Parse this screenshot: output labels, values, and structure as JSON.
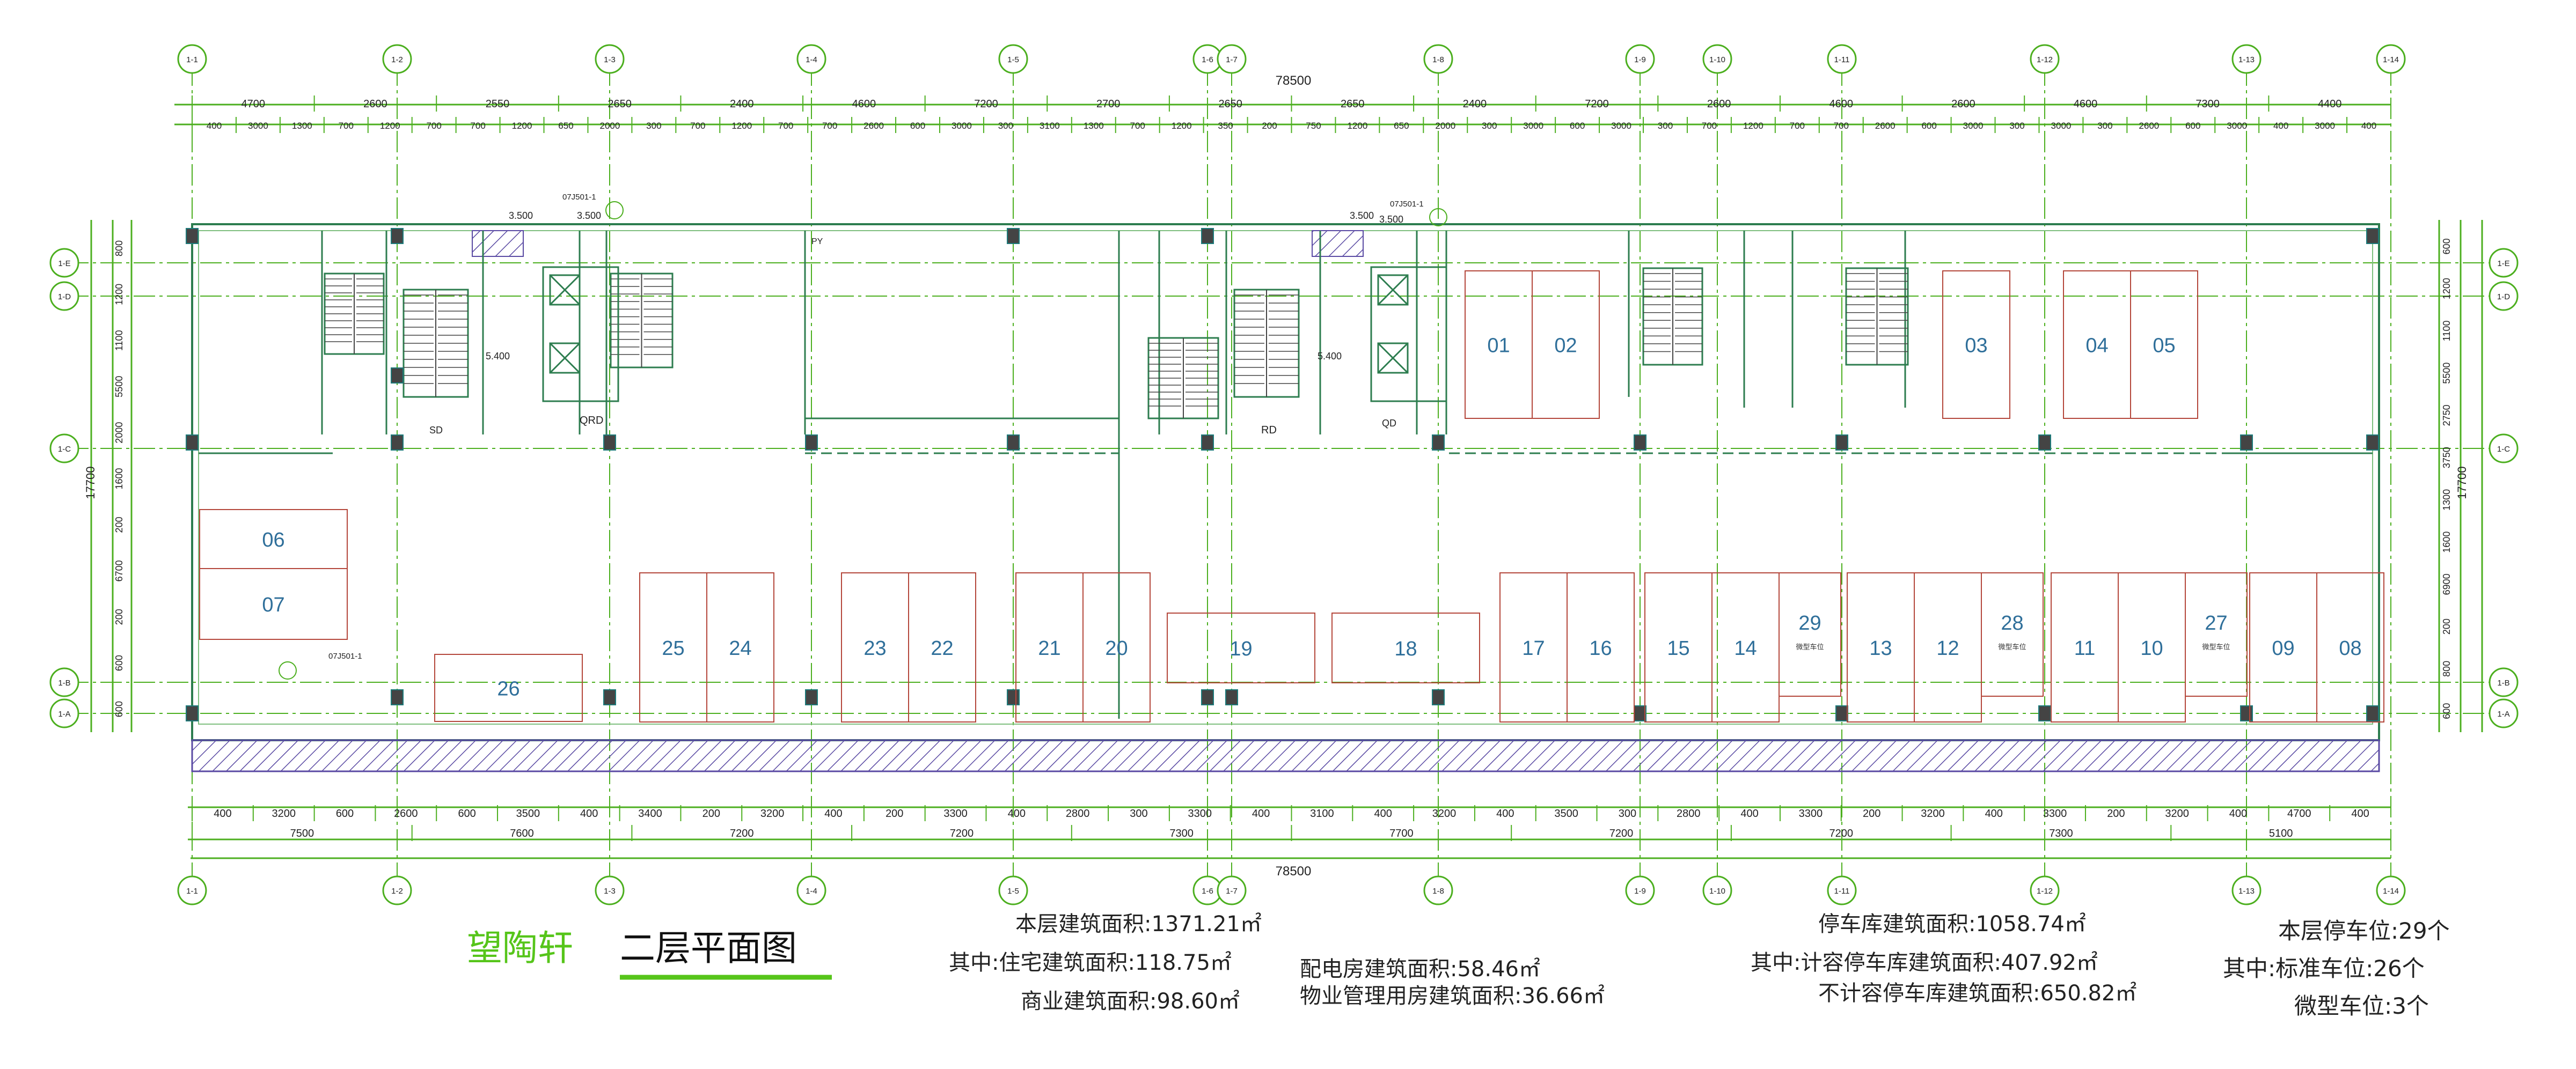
{
  "title": {
    "project": "望陶轩",
    "plan_name": "二层平面图"
  },
  "axes": {
    "columns": [
      "1-1",
      "1-2",
      "1-3",
      "1-4",
      "1-5",
      "1-6",
      "1-7",
      "1-8",
      "1-9",
      "1-10",
      "1-11",
      "1-12",
      "1-13",
      "1-14"
    ],
    "rows_left": [
      "1-E",
      "1-D",
      "1-C",
      "1-B",
      "1-A"
    ],
    "rows_right": [
      "1-E",
      "1-D",
      "1-C",
      "1-B",
      "1-A"
    ]
  },
  "dimensions": {
    "top_total": "78500",
    "top_row1": [
      "4700",
      "2600",
      "2550",
      "2650",
      "2400",
      "4600",
      "7200",
      "2700",
      "2650",
      "2650",
      "2400",
      "7200",
      "2600",
      "4600",
      "2600",
      "4600",
      "7300",
      "4400"
    ],
    "top_row2": [
      "400",
      "3000",
      "1300",
      "700",
      "1200",
      "700",
      "700",
      "1200",
      "650",
      "2000",
      "300",
      "700",
      "1200",
      "700",
      "700",
      "2600",
      "600",
      "3000",
      "300",
      "3100",
      "1300",
      "700",
      "1200",
      "350",
      "200",
      "750",
      "1200",
      "650",
      "2000",
      "300",
      "3000",
      "600",
      "3000",
      "300",
      "700",
      "1200",
      "700",
      "700",
      "2600",
      "600",
      "3000",
      "300",
      "3000",
      "300",
      "2600",
      "600",
      "3000",
      "400",
      "3000",
      "400"
    ],
    "bottom_total": "78500",
    "bottom_row1": [
      "400",
      "3200",
      "600",
      "2600",
      "600",
      "3500",
      "400",
      "3400",
      "200",
      "3200",
      "400",
      "200",
      "3300",
      "400",
      "2800",
      "300",
      "3300",
      "400",
      "3100",
      "400",
      "3200",
      "400",
      "3500",
      "300",
      "2800",
      "400",
      "3300",
      "200",
      "3200",
      "400",
      "3300",
      "200",
      "3200",
      "400",
      "4700",
      "400"
    ],
    "bottom_row2": [
      "7500",
      "7600",
      "7200",
      "7200",
      "7300",
      "7700",
      "7200",
      "7200",
      "7300",
      "5100"
    ],
    "left": [
      "800",
      "1200",
      "1100",
      "5500",
      "2000",
      "1600",
      "200",
      "6700",
      "200",
      "600",
      "600"
    ],
    "left_total": "17700",
    "right": [
      "600",
      "1200",
      "1100",
      "5500",
      "2750",
      "3750",
      "1300",
      "1600",
      "6900",
      "200",
      "800",
      "600"
    ],
    "right_total": "17700"
  },
  "elevations": [
    "3.500",
    "3.500",
    "5.400",
    "3.500",
    "3.500",
    "5.400"
  ],
  "references": [
    "07J501-1",
    "07J501-1",
    "07J501-1"
  ],
  "room_codes": [
    "QRD",
    "RD",
    "SD",
    "QD",
    "PY"
  ],
  "parking": {
    "standard": [
      "01",
      "02",
      "03",
      "04",
      "05",
      "06",
      "07",
      "08",
      "09",
      "10",
      "11",
      "12",
      "13",
      "14",
      "15",
      "16",
      "17",
      "18",
      "19",
      "20",
      "21",
      "22",
      "23",
      "24",
      "25",
      "26"
    ],
    "micro": [
      "27",
      "28",
      "29"
    ],
    "micro_note": "微型车位"
  },
  "stats": {
    "floor_area": "本层建筑面积:1371.21㎡",
    "residential": "其中:住宅建筑面积:118.75㎡",
    "commercial": "商业建筑面积:98.60㎡",
    "power_room": "配电房建筑面积:58.46㎡",
    "property_mgmt": "物业管理用房建筑面积:36.66㎡",
    "garage": "停车库建筑面积:1058.74㎡",
    "garage_counted": "其中:计容停车库建筑面积:407.92㎡",
    "garage_uncounted": "不计容停车库建筑面积:650.82㎡",
    "spaces_total": "本层停车位:29个",
    "spaces_standard": "其中:标准车位:26个",
    "spaces_micro": "微型车位:3个"
  },
  "colors": {
    "grid": "#4caf1f",
    "wall": "#2d7d4f",
    "parking_line": "#b4473b",
    "parking_number": "#2f6f9a",
    "hatch": "#5a4aa3",
    "title_green": "#56c51a",
    "text": "#222222"
  }
}
